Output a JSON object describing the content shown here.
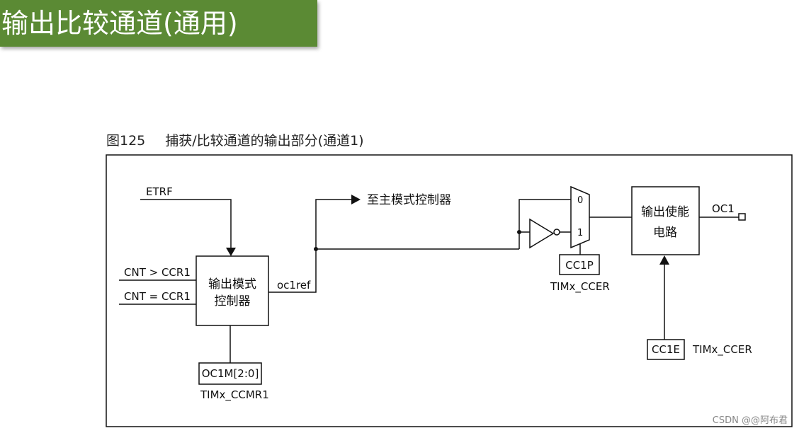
{
  "banner": {
    "title": "输出比较通道(通用)"
  },
  "figure": {
    "number": "图125",
    "caption": "捕获/比较通道的输出部分(通道1)"
  },
  "diagram": {
    "etrf": "ETRF",
    "cnt_gt": "CNT > CCR1",
    "cnt_eq": "CNT = CCR1",
    "controller_line1": "输出模式",
    "controller_line2": "控制器",
    "oc1ref": "oc1ref",
    "oc1m": "OC1M[2:0]",
    "ccmr1": "TIMx_CCMR1",
    "to_master": "至主模式控制器",
    "mux_0": "0",
    "mux_1": "1",
    "cc1p": "CC1P",
    "ccer_top": "TIMx_CCER",
    "enable_line1": "输出使能",
    "enable_line2": "电路",
    "oc1": "OC1",
    "cc1e": "CC1E",
    "ccer_bottom": "TIMx_CCER"
  },
  "watermark": "CSDN @@阿布君"
}
